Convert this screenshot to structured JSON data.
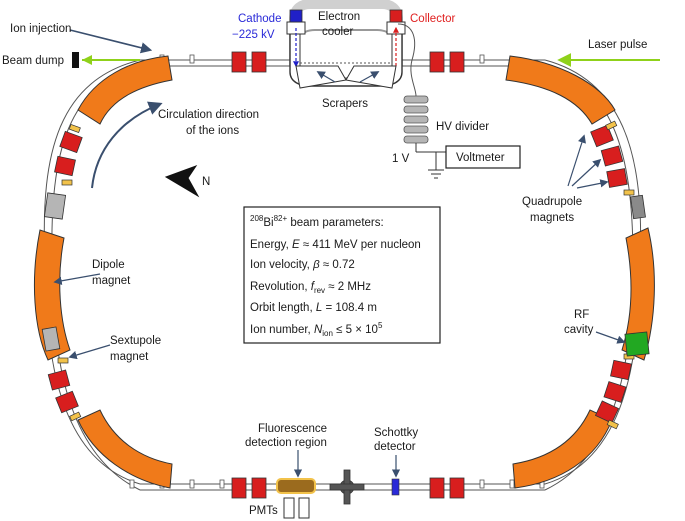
{
  "labels": {
    "cathode": "Cathode",
    "cathode_voltage": "−225 kV",
    "electron_cooler_1": "Electron",
    "electron_cooler_2": "cooler",
    "collector": "Collector",
    "ion_injection": "Ion injection",
    "beam_dump": "Beam dump",
    "laser_pulse": "Laser pulse",
    "scrapers": "Scrapers",
    "circulation_1": "Circulation direction",
    "circulation_2": "of the ions",
    "hv_divider": "HV divider",
    "one_volt": "1 V",
    "voltmeter": "Voltmeter",
    "north": "N",
    "quadrupole_1": "Quadrupole",
    "quadrupole_2": "magnets",
    "dipole_1": "Dipole",
    "dipole_2": "magnet",
    "rf_1": "RF",
    "rf_2": "cavity",
    "sextupole_1": "Sextupole",
    "sextupole_2": "magnet",
    "fluorescence_1": "Fluorescence",
    "fluorescence_2": "detection region",
    "schottky_1": "Schottky",
    "schottky_2": "detector",
    "pmts": "PMTs"
  },
  "beam_params": {
    "title_sup1": "208",
    "title_main": "Bi",
    "title_sup2": "82+",
    "title_rest": " beam parameters:",
    "energy_pre": "Energy, ",
    "energy_var": "E",
    "energy_post": " ≈ 411 MeV per nucleon",
    "velocity_pre": "Ion velocity, ",
    "velocity_var": "β",
    "velocity_post": " ≈ 0.72",
    "revolution_pre": "Revolution, ",
    "revolution_var": "f",
    "revolution_sub": "rev",
    "revolution_post": " ≈ 2 MHz",
    "orbit_pre": "Orbit length, ",
    "orbit_var": "L",
    "orbit_post": " = 108.4 m",
    "ion_pre": "Ion number, ",
    "ion_var": "N",
    "ion_sub": "ion",
    "ion_post": " ≤ 5 × 10",
    "ion_exp": "5"
  },
  "colors": {
    "dipole": "#f07a1a",
    "quadrupole": "#d81e1e",
    "sextupole": "#f2c24a",
    "rf_cavity": "#22a822",
    "laser": "#8fd11a",
    "cathode": "#2020c8",
    "collector": "#d81e1e",
    "schottky": "#2a2ad8",
    "fluorescence": "#9b6b1e",
    "arrow": "#3a4f6e"
  }
}
